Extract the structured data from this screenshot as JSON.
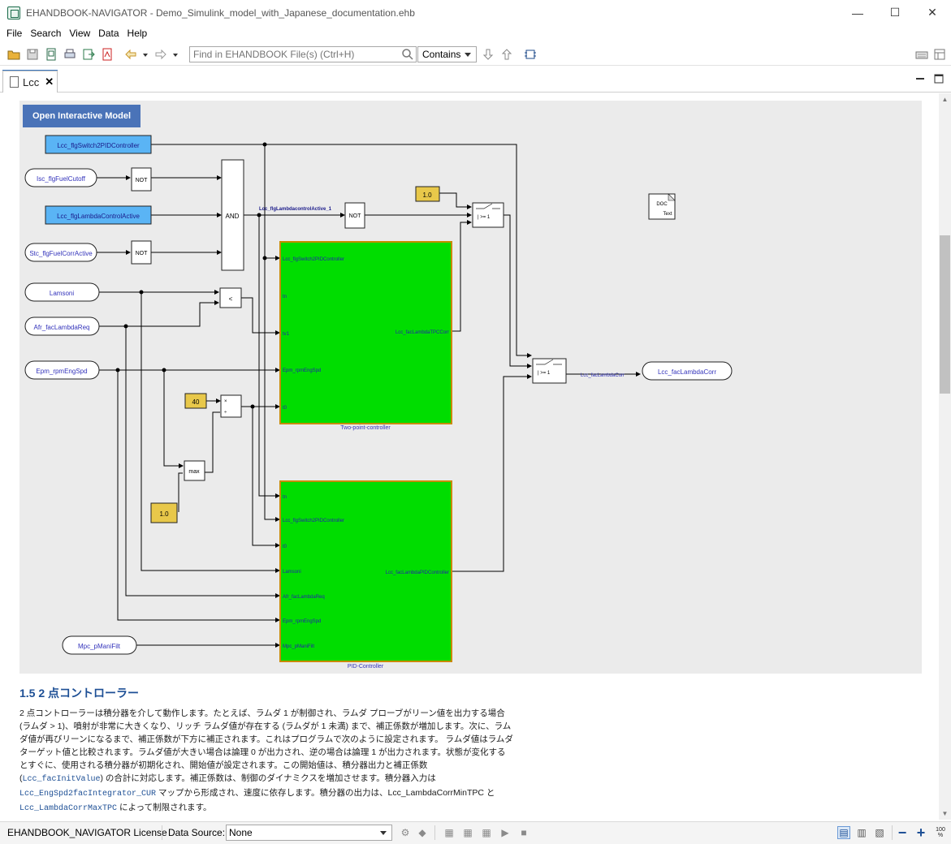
{
  "window": {
    "title": "EHANDBOOK-NAVIGATOR - Demo_Simulink_model_with_Japanese_documentation.ehb",
    "minimize": "—",
    "maximize": "☐",
    "close": "✕"
  },
  "menu": [
    "File",
    "Search",
    "View",
    "Data",
    "Help"
  ],
  "toolbar": {
    "search_placeholder": "Find in EHANDBOOK File(s) (Ctrl+H)",
    "search_mode": "Contains"
  },
  "tab": {
    "label": "Lcc",
    "close": "✕"
  },
  "model": {
    "open_button": "Open Interactive Model",
    "inports": [
      {
        "name": "Lcc_flgSwitch2PIDController",
        "highlight": true
      },
      {
        "name": "Isc_flgFuelCutoff"
      },
      {
        "name": "Lcc_flgLambdaControlActive",
        "highlight": true
      },
      {
        "name": "Stc_flgFuelCorrActive"
      },
      {
        "name": "Lamsoni"
      },
      {
        "name": "Afr_facLambdaReq"
      },
      {
        "name": "Epm_rpmEngSpd"
      },
      {
        "name": "Mpc_pManiFilt"
      }
    ],
    "outport": "Lcc_facLambdaCorr",
    "blocks": {
      "not1": "NOT",
      "not2": "NOT",
      "not3": "NOT",
      "and": "AND",
      "lt": "<",
      "mul_top": "×",
      "mul_bot": "÷",
      "max": "max",
      "const_40": "40",
      "const_10a": "1.0",
      "const_10b": "1.0",
      "switch_sym": "| >= 1",
      "doc_block": "DOC",
      "doc_text": "Text"
    },
    "signals": {
      "active": "Lcc_flgLambdacontrolActive_1",
      "corr": "Lcc_facLambdaCorr"
    },
    "subsystems": [
      {
        "name": "Two-point-controller",
        "inputs": [
          "Lcc_flgSwitch2PIDController",
          "tn",
          "tv1",
          "Epm_rpmEngSpd",
          "t0"
        ],
        "output": "Lcc_facLambdaTPCCorr"
      },
      {
        "name": "PID-Controller",
        "inputs": [
          "tn",
          "Lcc_flgSwitch2PIDController",
          "t0",
          "Lamsoni",
          "Afr_facLambdaReq",
          "Epm_rpmEngSpd",
          "Mpc_pManiFilt"
        ],
        "output": "Lcc_facLambdaPIDController"
      }
    ],
    "colors": {
      "highlight_port": "#5ab4f5",
      "subsystem": "#00dd00",
      "const_block": "#e8c84a",
      "port_text": "#3333bb"
    }
  },
  "doc": {
    "heading": "1.5 2 点コントローラー",
    "p1": "2 点コントローラーは積分器を介して動作します。たとえば、ラムダ 1 が制御され、ラムダ プローブがリーン値を出力する場合 (ラムダ > 1)、噴射が非常に大きくなり、リッチ ラムダ値が存在する (ラムダが 1 未満) まで、補正係数が増加します。次に、ラムダ値が再びリーンになるまで、補正係数が下方に補正されます。これはプログラムで次のように設定されます。 ラムダ値はラムダ ターゲット値と比較されます。ラムダ値が大きい場合は論理 0 が出力され、逆の場合は論理 1 が出力されます。状態が変化するとすぐに、使用される積分器が初期化され、開始値が設定されます。この開始値は、積分器出力と補正係数 (",
    "code1": "Lcc_facInitValue",
    "p2": ") の合計に対応します。補正係数は、制御のダイナミクスを増加させます。積分器入力は ",
    "code2": "Lcc_EngSpd2facIntegrator_CUR",
    "p3": " マップから形成され、速度に依存します。積分器の出力は、Lcc_LambdaCorrMinTPC と ",
    "code3": "Lcc_LambdaCorrMaxTPC",
    "p4": " によって制限されます。"
  },
  "status": {
    "license": "EHANDBOOK_NAVIGATOR License",
    "data_source_label": "Data Source:",
    "data_source_value": "None",
    "zoom_minus": "−",
    "zoom_plus": "+",
    "zoom_label": "100 %"
  }
}
